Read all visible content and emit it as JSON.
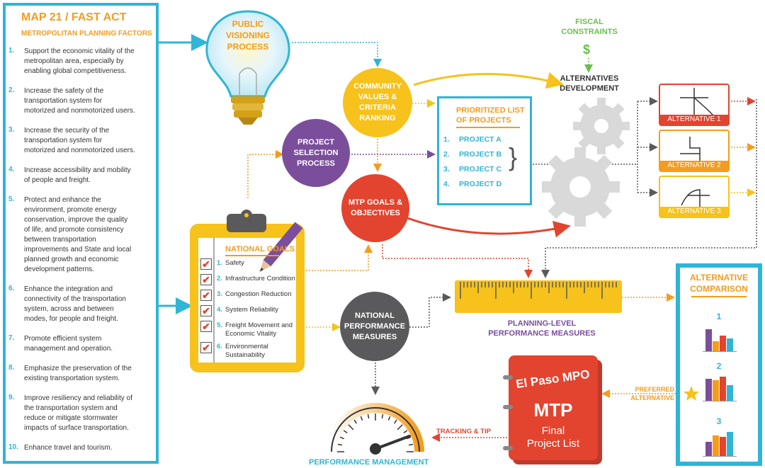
{
  "panel": {
    "title": "MAP 21 / FAST ACT",
    "subtitle": "METROPOLITAN PLANNING FACTORS",
    "factors": [
      {
        "num": "1.",
        "lines": [
          "Support the economic vitality of the",
          "metropolitan area, especially by",
          "enabling global competitiveness."
        ]
      },
      {
        "num": "2.",
        "lines": [
          "Increase the safety of the",
          "transportation system for",
          "motorized and nonmotorized users."
        ]
      },
      {
        "num": "3.",
        "lines": [
          "Increase the security of the",
          "transportation system for",
          "motorized and nonmotorized users."
        ]
      },
      {
        "num": "4.",
        "lines": [
          "Increase accessibility and mobility",
          "of people and freight."
        ]
      },
      {
        "num": "5.",
        "lines": [
          "Protect and enhance the",
          "environment, promote energy",
          "conservation, improve the quality",
          "of life, and promote consistency",
          "between transportation",
          "improvements and State and local",
          "planned growth and economic",
          "development patterns."
        ]
      },
      {
        "num": "6.",
        "lines": [
          "Enhance the integration and",
          "connectivity of the transportation",
          "system, across and between",
          "modes, for people and freight."
        ]
      },
      {
        "num": "7.",
        "lines": [
          "Promote efficient system",
          "management and operation."
        ]
      },
      {
        "num": "8.",
        "lines": [
          "Emphasize the preservation of the",
          "existing transportation system."
        ]
      },
      {
        "num": "9.",
        "lines": [
          "Improve resiliency and reliability of",
          "the transportation system and",
          "reduce or mitigate stormwater",
          "impacts of surface transportation."
        ]
      },
      {
        "num": "10.",
        "lines": [
          "Enhance travel and tourism."
        ]
      }
    ]
  },
  "bulb": {
    "line1": "PUBLIC",
    "line2": "VISIONING",
    "line3": "PROCESS"
  },
  "fiscal": {
    "line1": "FISCAL",
    "line2": "CONSTRAINTS",
    "symbol": "$"
  },
  "alt_dev": {
    "line1": "ALTERNATIVES",
    "line2": "DEVELOPMENT"
  },
  "community": {
    "line1": "COMMUNITY",
    "line2": "VALUES &",
    "line3": "CRITERIA",
    "line4": "RANKING"
  },
  "project_selection": {
    "line1": "PROJECT",
    "line2": "SELECTION",
    "line3": "PROCESS"
  },
  "mtp_goals": {
    "line1": "MTP GOALS &",
    "line2": "OBJECTIVES"
  },
  "prioritized": {
    "title1": "PRIORITIZED LIST",
    "title2": "OF PROJECTS",
    "items": [
      {
        "num": "1.",
        "label": "PROJECT A"
      },
      {
        "num": "2.",
        "label": "PROJECT B"
      },
      {
        "num": "3.",
        "label": "PROJECT C"
      },
      {
        "num": "4.",
        "label": "PROJECT D"
      }
    ]
  },
  "alternatives": [
    {
      "label": "ALTERNATIVE 1",
      "color": "#e2442f"
    },
    {
      "label": "ALTERNATIVE 2",
      "color": "#f39c1e"
    },
    {
      "label": "ALTERNATIVE 3",
      "color": "#f6c21b"
    }
  ],
  "national_goals": {
    "title": "NATIONAL GOALS",
    "items": [
      {
        "num": "1.",
        "label": "Safety"
      },
      {
        "num": "2.",
        "label": "Infrastructure Condition"
      },
      {
        "num": "3.",
        "label": "Congestion Reduction"
      },
      {
        "num": "4.",
        "label": "System Reliability"
      },
      {
        "num": "5.",
        "label": "Freight Movement and",
        "label2": "Economic Vitality"
      },
      {
        "num": "6.",
        "label": "Environmental",
        "label2": "Sustainability"
      }
    ]
  },
  "national_perf": {
    "line1": "NATIONAL",
    "line2": "PERFORMANCE",
    "line3": "MEASURES"
  },
  "planning_level": {
    "line1": "PLANNING-LEVEL",
    "line2": "PERFORMANCE MEASURES"
  },
  "comparison": {
    "title1": "ALTERNATIVE",
    "title2": "COMPARISON",
    "groups": [
      {
        "num": "1",
        "values": [
          0.85,
          0.4,
          0.6,
          0.5
        ]
      },
      {
        "num": "2",
        "values": [
          0.85,
          0.8,
          0.95,
          0.6
        ]
      },
      {
        "num": "3",
        "values": [
          0.55,
          0.8,
          0.75,
          0.95
        ]
      }
    ],
    "bar_colors": [
      "#7b4e9c",
      "#f39c1e",
      "#e2442f",
      "#2fb5d6"
    ]
  },
  "preferred": {
    "line1": "PREFERRED",
    "line2": "ALTERNATIVE"
  },
  "mtp_book": {
    "org": "El Paso MPO",
    "title": "MTP",
    "line1": "Final",
    "line2": "Project List"
  },
  "tracking": "TRACKING & TIP",
  "performance_management": "PERFORMANCE MANAGEMENT",
  "colors": {
    "cyan": "#2fb5d6",
    "orange": "#f39c1e",
    "yellow": "#f6c21b",
    "red": "#e2442f",
    "purple": "#7b4e9c",
    "gray": "#5a5a5c",
    "green": "#6abf4b"
  }
}
